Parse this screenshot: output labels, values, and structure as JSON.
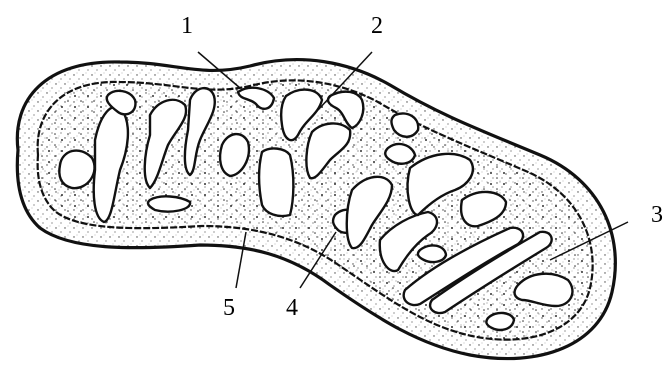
{
  "diagram": {
    "labels": [
      "1",
      "2",
      "3",
      "4",
      "5"
    ],
    "colors": {
      "ink": "#111111",
      "background": "#ffffff"
    }
  }
}
